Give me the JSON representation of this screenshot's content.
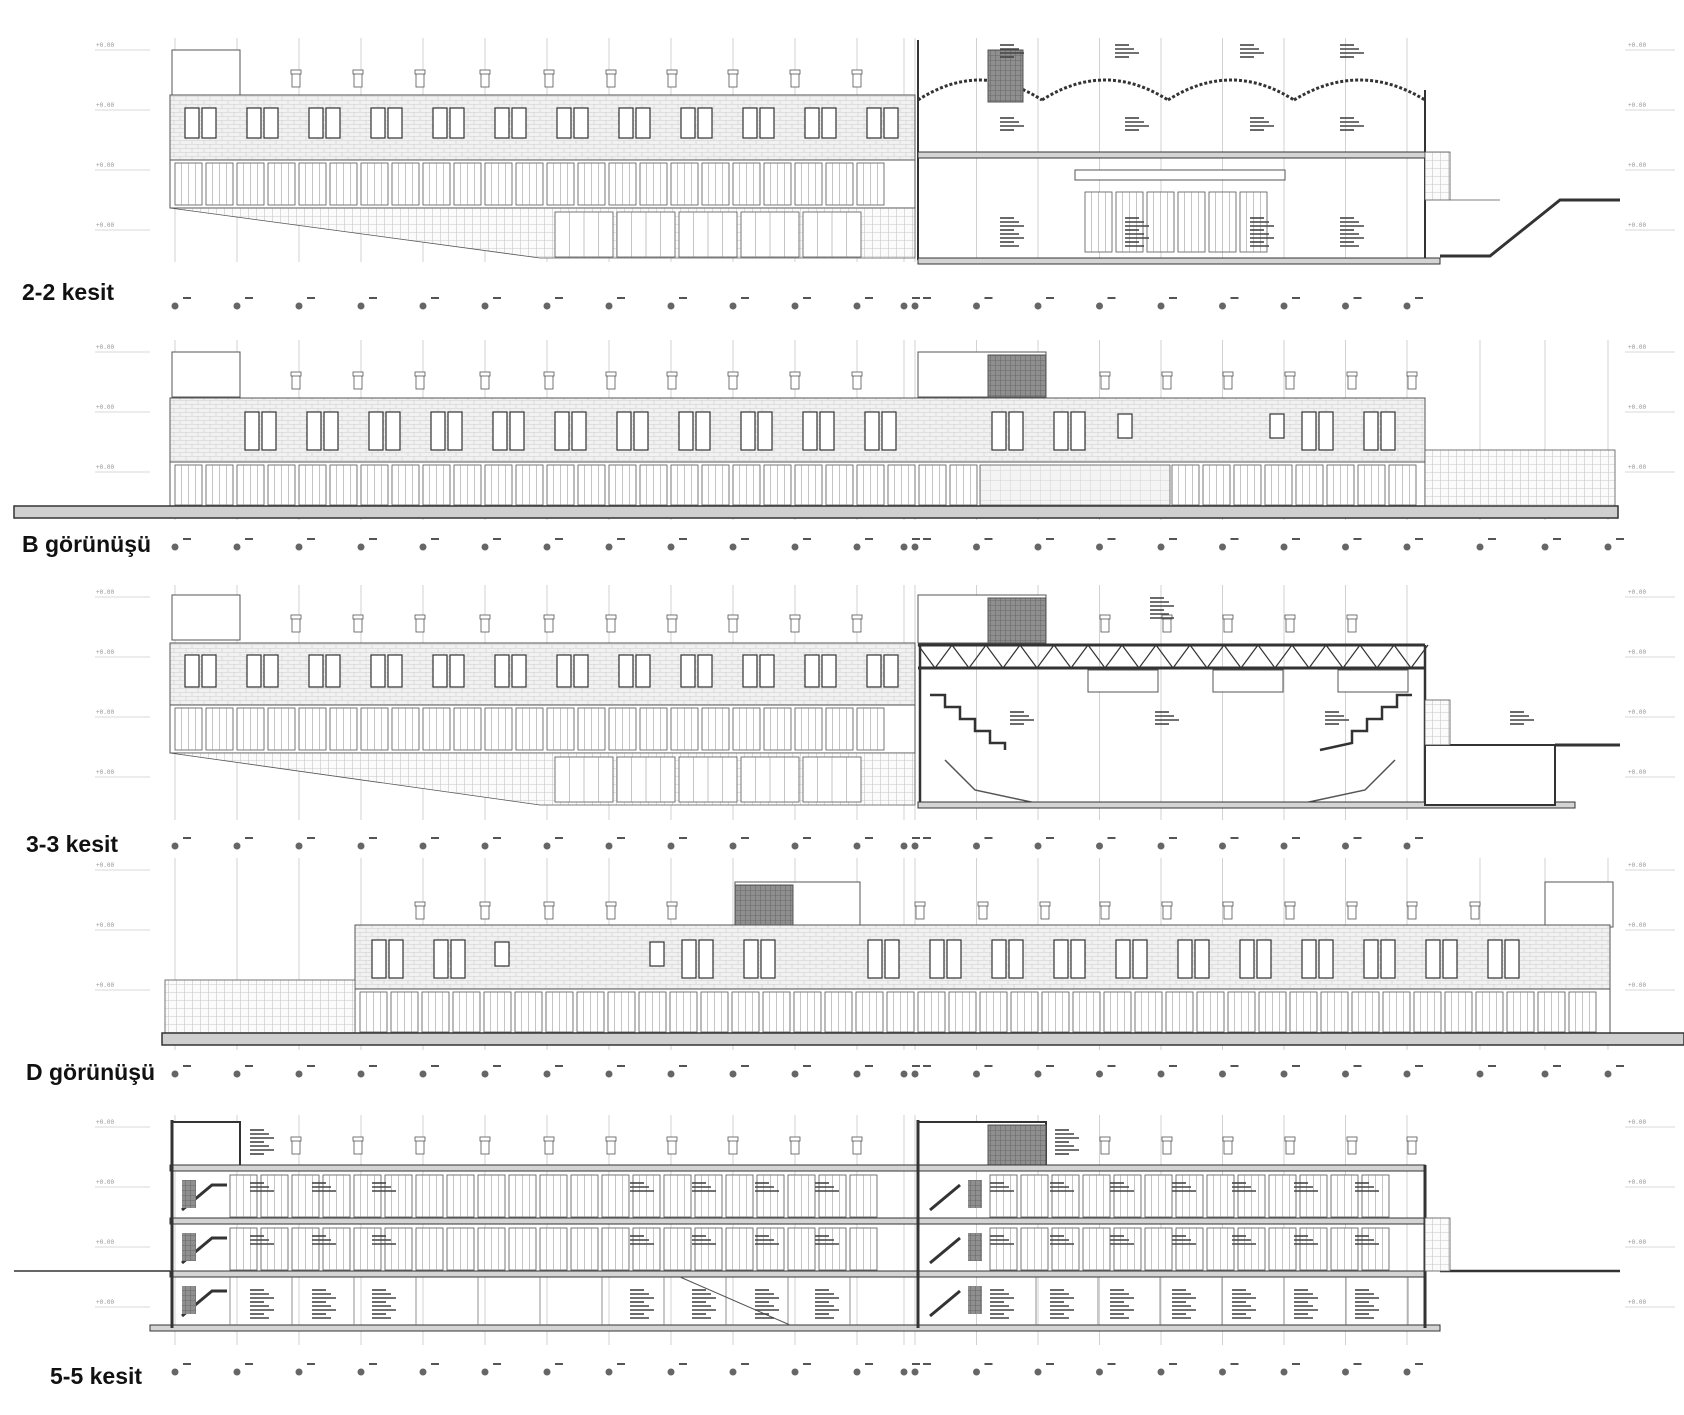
{
  "drawings": [
    {
      "id": "section-2-2",
      "title": "2-2 kesit",
      "kind": "section-vault"
    },
    {
      "id": "elevation-b",
      "title": "B görünüşü",
      "kind": "elevation"
    },
    {
      "id": "section-3-3",
      "title": "3-3 kesit",
      "kind": "section-truss"
    },
    {
      "id": "elevation-d",
      "title": "D görünüşü",
      "kind": "elevation-d"
    },
    {
      "id": "section-5-5",
      "title": "5-5 kesit",
      "kind": "section-floors"
    }
  ],
  "colors": {
    "line": "#555555",
    "heavy": "#333333",
    "light": "#b5b5b5",
    "fill_dark": "#8a8a8a",
    "hatch": "#e6e6e6"
  }
}
